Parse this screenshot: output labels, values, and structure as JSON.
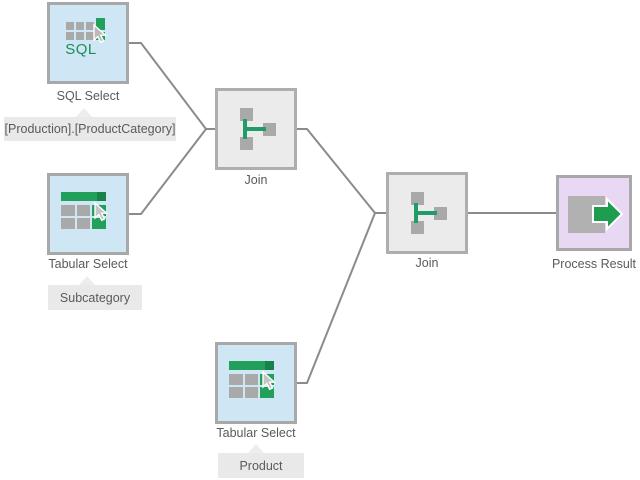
{
  "nodes": [
    {
      "id": "sql-select",
      "label": "SQL Select",
      "icon_text": "SQL"
    },
    {
      "id": "tabular-select-1",
      "label": "Tabular Select"
    },
    {
      "id": "join-1",
      "label": "Join"
    },
    {
      "id": "join-2",
      "label": "Join"
    },
    {
      "id": "process-result",
      "label": "Process Result"
    },
    {
      "id": "tabular-select-2",
      "label": "Tabular Select"
    }
  ],
  "annotations": [
    {
      "for": "sql-select",
      "text": "[Production].[ProductCategory]"
    },
    {
      "for": "tabular-select-1",
      "text": "Subcategory"
    },
    {
      "for": "tabular-select-2",
      "text": "Product"
    }
  ],
  "colors": {
    "node_blue": "#cfe6f5",
    "node_gray": "#ebebeb",
    "node_purple": "#e8d8f3",
    "node_border": "#a8a8a8",
    "connector": "#8b8b8b",
    "green": "#21a05c",
    "green_dark": "#17824a",
    "sql_text_green": "#1f8b57",
    "arrow_green": "#1f9d4f",
    "label_text": "#5a5a5a",
    "callout_bg": "#e9e9e9"
  }
}
